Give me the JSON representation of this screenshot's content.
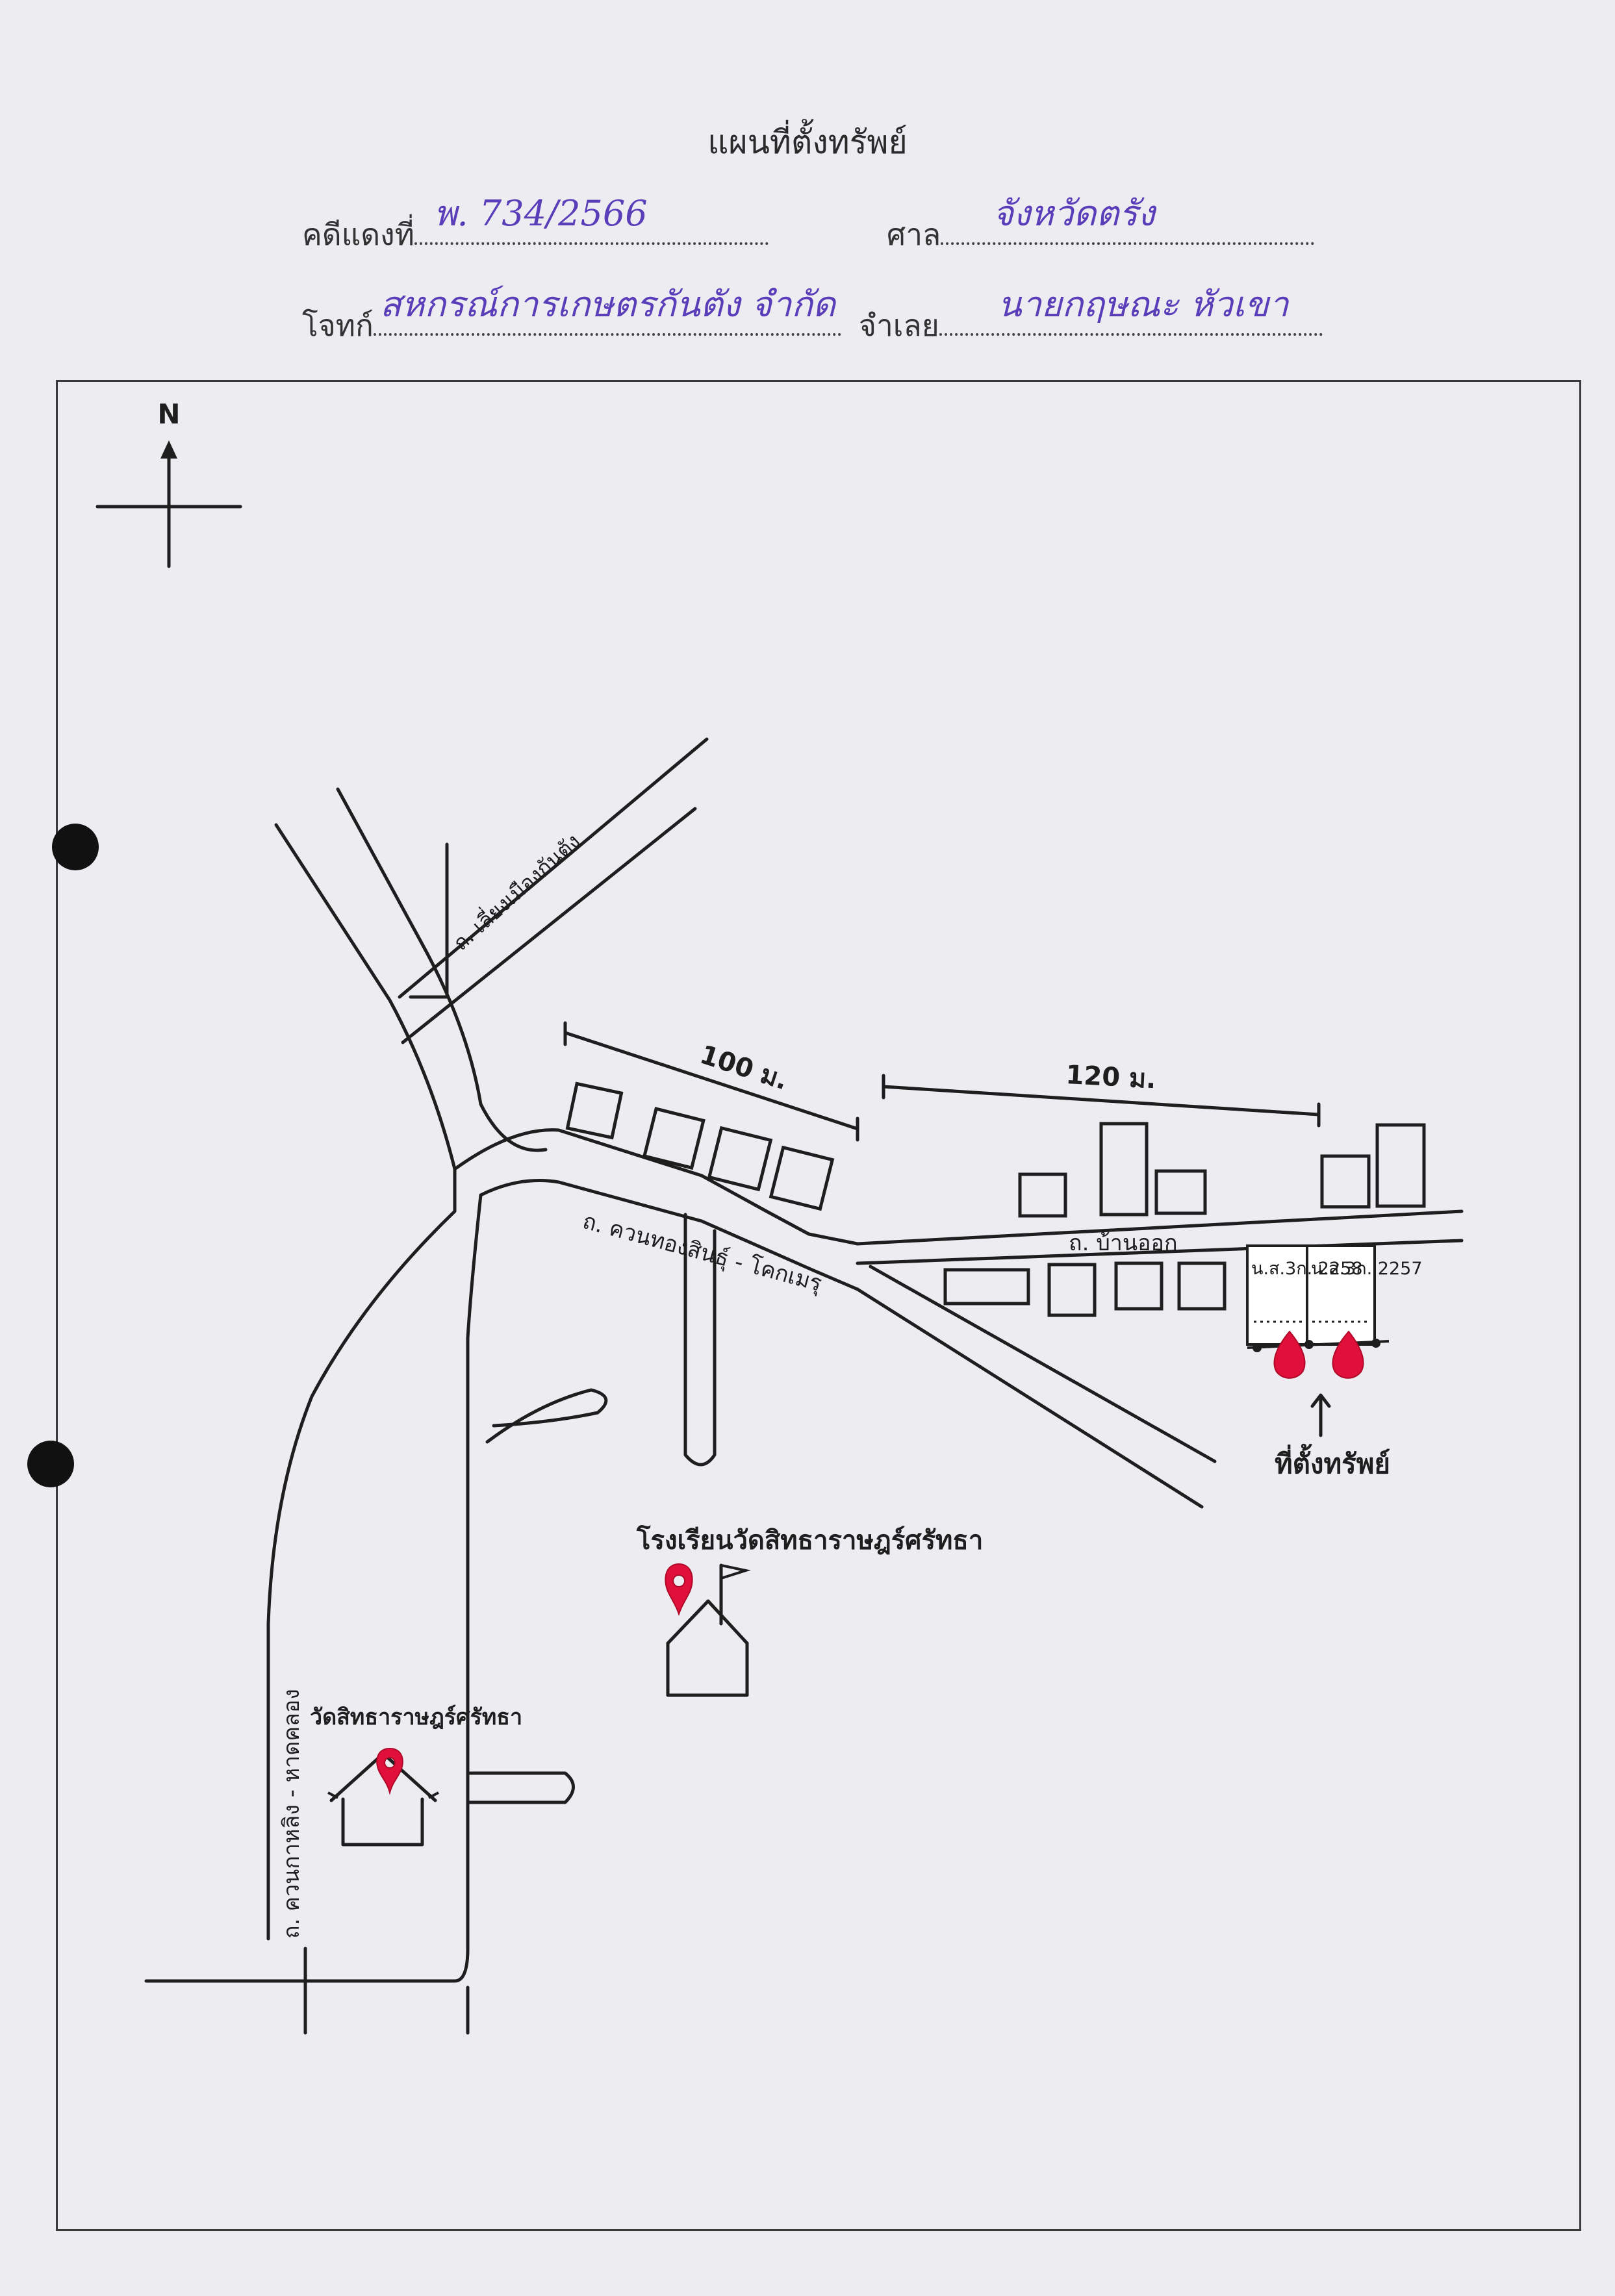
{
  "header": {
    "title": "แผนที่ตั้งทรัพย์",
    "case_label": "คดีแดงที่",
    "case_value": "พ. 734/2566",
    "court_label": "ศาล",
    "court_value": "จังหวัดตรัง",
    "plaintiff_label": "โจทก์",
    "plaintiff_value": "สหกรณ์การเกษตรกันตัง จำกัด",
    "defendant_label": "จำเลย",
    "defendant_value": "นายกฤษณะ หัวเขา"
  },
  "map": {
    "north_label": "N",
    "roads": {
      "road_nw": "ถ. เลี่ยงเมืองกันตัง",
      "road_main_east": "ถ. ควนทองสินธุ์ - โคกเมรุ",
      "road_east": "ถ. บ้านออก",
      "road_west": "ถ. ควนกาหลิง - หาดคลอง"
    },
    "distances": {
      "left": "100 ม.",
      "right": "120 ม."
    },
    "parcels": {
      "first": "น.ส.3ก. 2258",
      "second": "น.ส.3ก. 2257"
    },
    "property_label": "ที่ตั้งทรัพย์",
    "school_label": "โรงเรียนวัดสิทธาราษฎร์ศรัทธา",
    "temple_label": "วัดสิทธาราษฎร์ศรัทธา"
  },
  "colors": {
    "ink": "#1e1e1e",
    "handwriting": "#5a3db8",
    "pin": "#e0103a",
    "paper": "#ececf1"
  }
}
